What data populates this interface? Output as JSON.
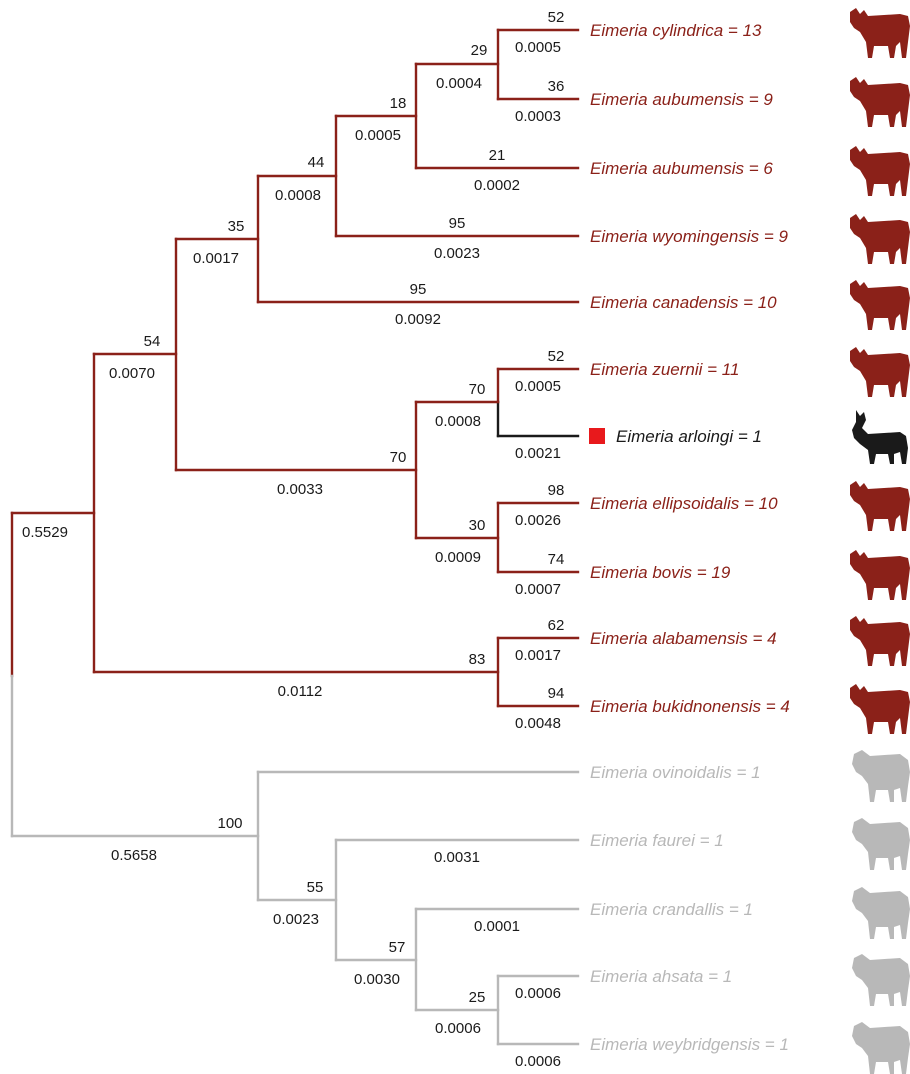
{
  "tree": {
    "clade_colors": {
      "cattle": "#8b2119",
      "sheep_goat": "#b8b8b8",
      "highlight": "#1a1a1a",
      "marker": "#e8191c"
    },
    "host_icons": {
      "cattle": "cow-silhouette-icon",
      "goat": "goat-silhouette-icon",
      "sheep": "sheep-silhouette-icon"
    },
    "taxa": [
      {
        "id": "cylindrica",
        "label": "Eimeria cylindrica = 13",
        "clade": "cattle",
        "host": "cattle"
      },
      {
        "id": "aubumensis9",
        "label": "Eimeria aubumensis = 9",
        "clade": "cattle",
        "host": "cattle"
      },
      {
        "id": "aubumensis6",
        "label": "Eimeria aubumensis = 6",
        "clade": "cattle",
        "host": "cattle"
      },
      {
        "id": "wyomingensis",
        "label": "Eimeria wyomingensis = 9",
        "clade": "cattle",
        "host": "cattle"
      },
      {
        "id": "canadensis",
        "label": "Eimeria canadensis = 10",
        "clade": "cattle",
        "host": "cattle"
      },
      {
        "id": "zuernii",
        "label": "Eimeria zuernii = 11",
        "clade": "cattle",
        "host": "cattle"
      },
      {
        "id": "arloingi",
        "label": "Eimeria arloingi = 1",
        "clade": "highlight",
        "host": "goat",
        "marker": true
      },
      {
        "id": "ellipsoidalis",
        "label": "Eimeria ellipsoidalis = 10",
        "clade": "cattle",
        "host": "cattle"
      },
      {
        "id": "bovis",
        "label": "Eimeria bovis = 19",
        "clade": "cattle",
        "host": "cattle"
      },
      {
        "id": "alabamensis",
        "label": "Eimeria alabamensis = 4",
        "clade": "cattle",
        "host": "cattle"
      },
      {
        "id": "bukidnonensis",
        "label": "Eimeria bukidnonensis = 4",
        "clade": "cattle",
        "host": "cattle"
      },
      {
        "id": "ovinoidalis",
        "label": "Eimeria ovinoidalis = 1",
        "clade": "sheep_goat",
        "host": "sheep"
      },
      {
        "id": "faurei",
        "label": "Eimeria faurei = 1",
        "clade": "sheep_goat",
        "host": "sheep"
      },
      {
        "id": "crandallis",
        "label": "Eimeria crandallis = 1",
        "clade": "sheep_goat",
        "host": "sheep"
      },
      {
        "id": "ahsata",
        "label": "Eimeria ahsata = 1",
        "clade": "sheep_goat",
        "host": "sheep"
      },
      {
        "id": "weybridgensis",
        "label": "Eimeria weybridgensis = 1",
        "clade": "sheep_goat",
        "host": "sheep"
      }
    ],
    "tip_values": [
      {
        "taxon": "cylindrica",
        "bootstrap": "52",
        "branch_length": "0.0005"
      },
      {
        "taxon": "aubumensis9",
        "bootstrap": "36",
        "branch_length": "0.0003"
      },
      {
        "taxon": "aubumensis6",
        "bootstrap": "21",
        "branch_length": "0.0002"
      },
      {
        "taxon": "wyomingensis",
        "bootstrap": "95",
        "branch_length": "0.0023"
      },
      {
        "taxon": "canadensis",
        "bootstrap": "95",
        "branch_length": "0.0092"
      },
      {
        "taxon": "zuernii",
        "bootstrap": "52",
        "branch_length": "0.0005"
      },
      {
        "taxon": "arloingi",
        "bootstrap": "",
        "branch_length": "0.0021"
      },
      {
        "taxon": "ellipsoidalis",
        "bootstrap": "98",
        "branch_length": "0.0026"
      },
      {
        "taxon": "bovis",
        "bootstrap": "74",
        "branch_length": "0.0007"
      },
      {
        "taxon": "alabamensis",
        "bootstrap": "62",
        "branch_length": "0.0017"
      },
      {
        "taxon": "bukidnonensis",
        "bootstrap": "94",
        "branch_length": "0.0048"
      },
      {
        "taxon": "ovinoidalis",
        "bootstrap": "",
        "branch_length": ""
      },
      {
        "taxon": "faurei",
        "bootstrap": "",
        "branch_length": "0.0031"
      },
      {
        "taxon": "crandallis",
        "bootstrap": "",
        "branch_length": "0.0001"
      },
      {
        "taxon": "ahsata",
        "bootstrap": "",
        "branch_length": "0.0006"
      },
      {
        "taxon": "weybridgensis",
        "bootstrap": "",
        "branch_length": "0.0006"
      }
    ],
    "internal_nodes": [
      {
        "id": "n29",
        "bootstrap": "29",
        "branch_length": "0.0004"
      },
      {
        "id": "n18",
        "bootstrap": "18",
        "branch_length": "0.0005"
      },
      {
        "id": "n44",
        "bootstrap": "44",
        "branch_length": "0.0008"
      },
      {
        "id": "n35",
        "bootstrap": "35",
        "branch_length": "0.0017"
      },
      {
        "id": "n70a",
        "bootstrap": "70",
        "branch_length": "0.0008"
      },
      {
        "id": "n30",
        "bootstrap": "30",
        "branch_length": "0.0009"
      },
      {
        "id": "n70b",
        "bootstrap": "70",
        "branch_length": "0.0033"
      },
      {
        "id": "n54",
        "bootstrap": "54",
        "branch_length": "0.0070"
      },
      {
        "id": "n83",
        "bootstrap": "83",
        "branch_length": "0.0112"
      },
      {
        "id": "cattleRoot",
        "bootstrap": "",
        "branch_length": "0.5529"
      },
      {
        "id": "n25",
        "bootstrap": "25",
        "branch_length": "0.0006"
      },
      {
        "id": "n57",
        "bootstrap": "57",
        "branch_length": "0.0030"
      },
      {
        "id": "n55",
        "bootstrap": "55",
        "branch_length": "0.0023"
      },
      {
        "id": "n100",
        "bootstrap": "100",
        "branch_length": "0.5658"
      }
    ]
  }
}
